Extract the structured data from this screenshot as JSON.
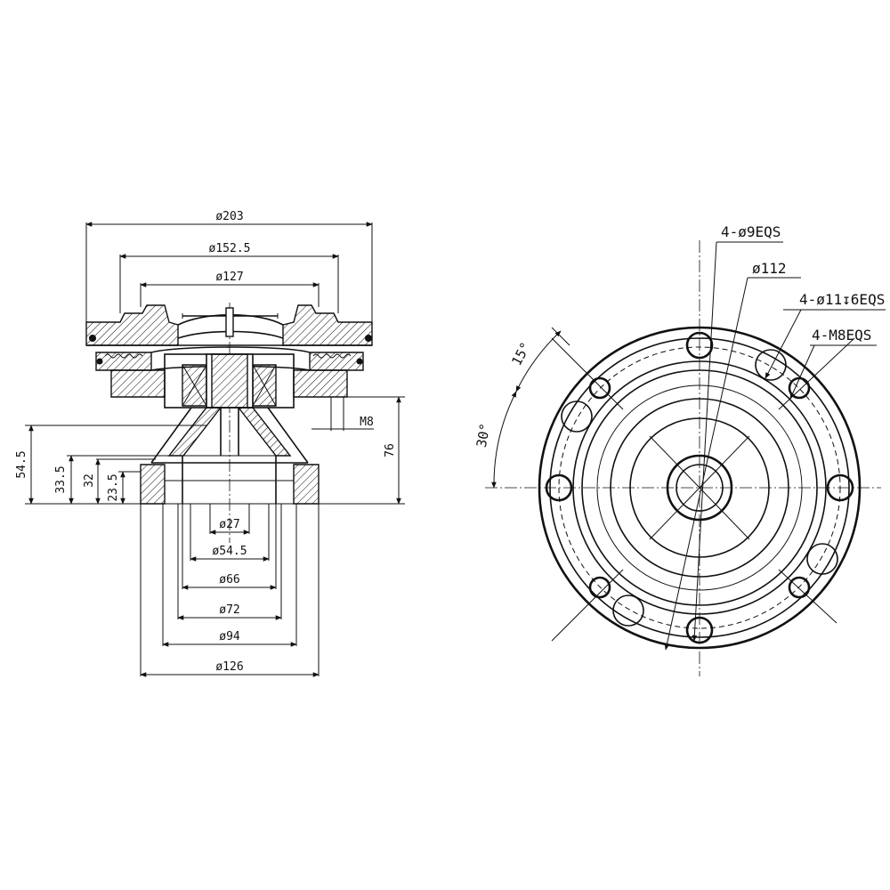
{
  "side_view": {
    "dimensions": {
      "d203": "ø203",
      "d152_5": "ø152.5",
      "d127": "ø127",
      "d27": "ø27",
      "d54_5": "ø54.5",
      "d66": "ø66",
      "d72": "ø72",
      "d94": "ø94",
      "d126": "ø126",
      "h54_5": "54.5",
      "h33_5": "33.5",
      "h32": "32",
      "h23_5": "23.5",
      "h76": "76",
      "m8": "M8"
    }
  },
  "front_view": {
    "callouts": {
      "holes_9": "4-ø9EQS",
      "pcd_112": "ø112",
      "holes_11": "4-ø11↧6EQS",
      "threads_m8": "4-M8EQS"
    },
    "angles": {
      "a15": "15°",
      "a30": "30°"
    }
  }
}
